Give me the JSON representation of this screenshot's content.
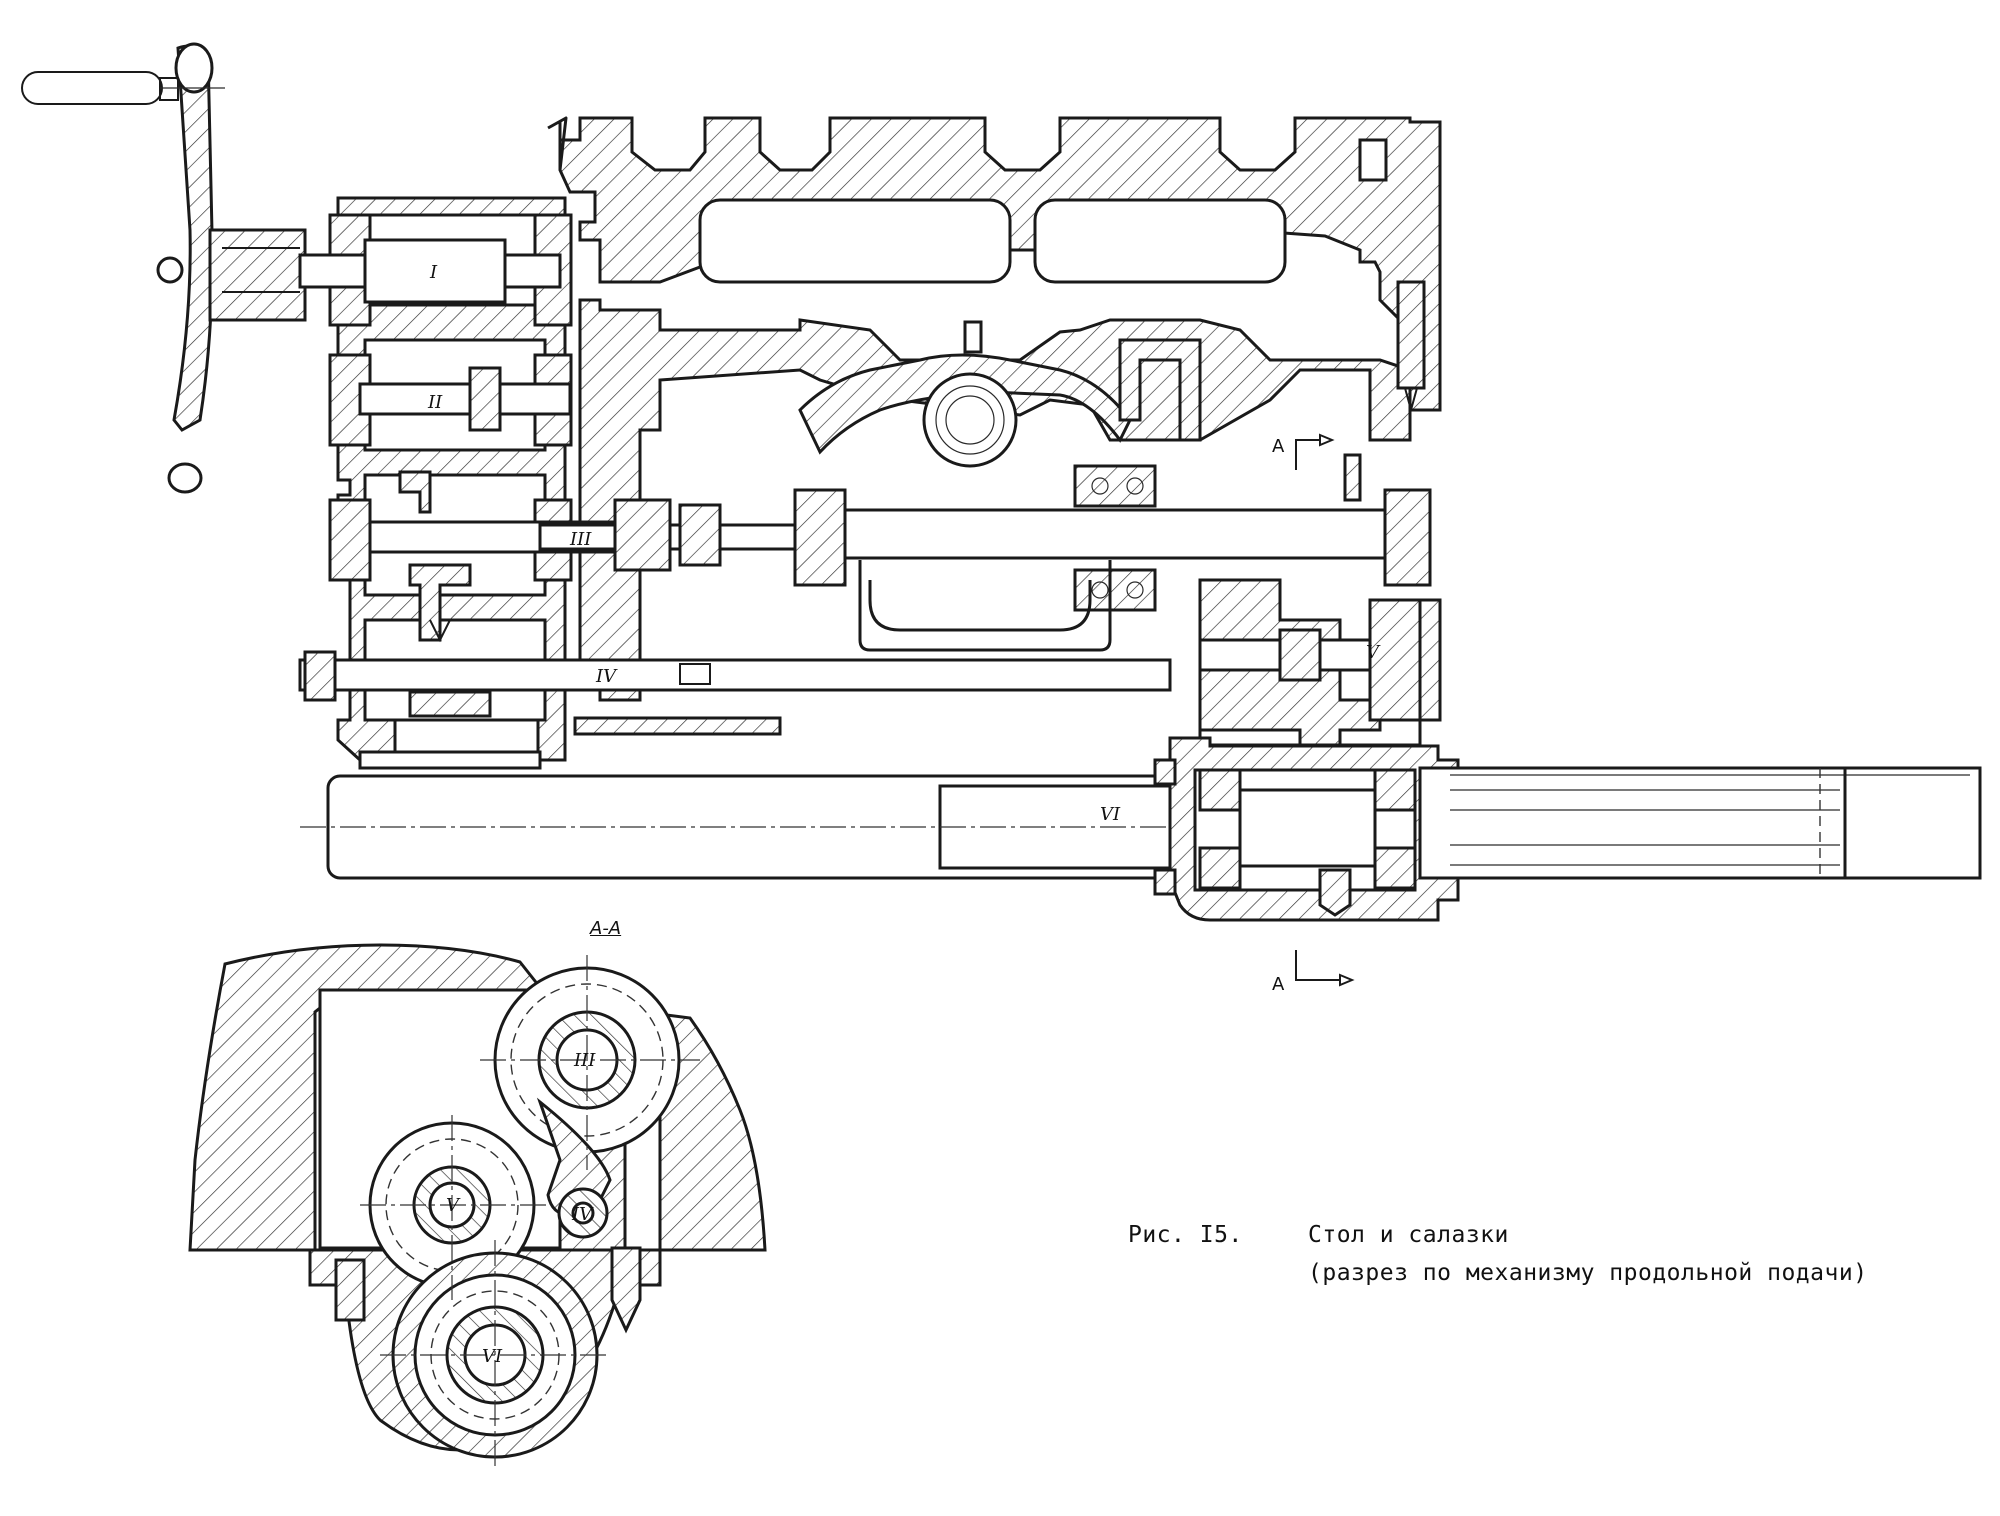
{
  "caption": {
    "figure": "Рис. I5.",
    "title": "Стол и салазки",
    "subtitle": "(разрез по механизму продольной подачи)"
  },
  "section": {
    "label": "А-А",
    "mark_top": "А",
    "mark_bottom": "А"
  },
  "shafts": {
    "I": "I",
    "II": "II",
    "III": "III",
    "IV": "IV",
    "V": "V",
    "VI": "VI",
    "sec_III": "III",
    "sec_IV": "IV",
    "sec_V": "V",
    "sec_VI": "VI"
  }
}
